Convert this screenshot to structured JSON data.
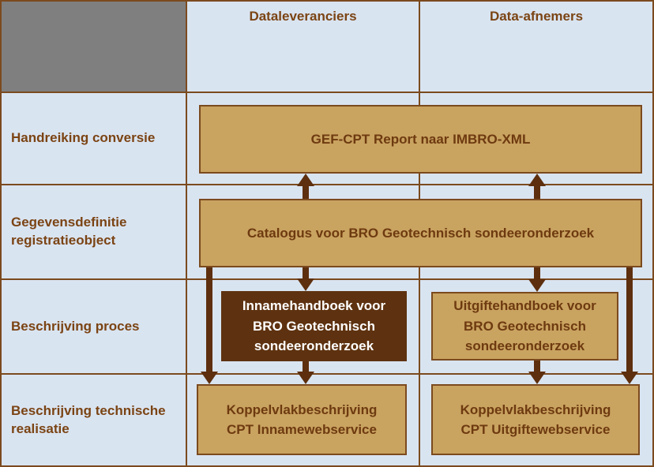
{
  "header": {
    "columns": [
      {
        "label": "Dataleveranciers"
      },
      {
        "label": "Data-afnemers"
      }
    ]
  },
  "rows": [
    {
      "label": "Handreiking conversie"
    },
    {
      "label": "Gegevensdefinitie\nregistratieobject"
    },
    {
      "label": "Beschrijving proces"
    },
    {
      "label": "Beschrijving technische\nrealisatie"
    }
  ],
  "boxes": {
    "gef_cpt": {
      "label": "GEF-CPT Report naar IMBRO-XML"
    },
    "catalogus": {
      "label": "Catalogus voor BRO Geotechnisch sondeeronderzoek"
    },
    "innamehandboek": {
      "label": "Innamehandboek voor\nBRO Geotechnisch\nsondeeronderzoek"
    },
    "uitgiftehandboek": {
      "label": "Uitgiftehandboek voor\nBRO Geotechnisch\nsondeeronderzoek"
    },
    "koppelvlak_inname": {
      "label": "Koppelvlakbeschrijving\nCPT Innamewebservice"
    },
    "koppelvlak_uitgifte": {
      "label": "Koppelvlakbeschrijving\nCPT Uitgiftewebservice"
    }
  },
  "colors": {
    "background": "#d9e4f1",
    "grid": "#7b4a1e",
    "corner_cell": "#7f7f7f",
    "box_fill": "#c9a360",
    "box_border": "#7b4a1e",
    "box_text": "#6e3a10",
    "highlight_box_fill": "#5e3210",
    "highlight_box_text": "#ffffff",
    "label_text": "#7b4414",
    "arrow": "#5d2f0e"
  }
}
